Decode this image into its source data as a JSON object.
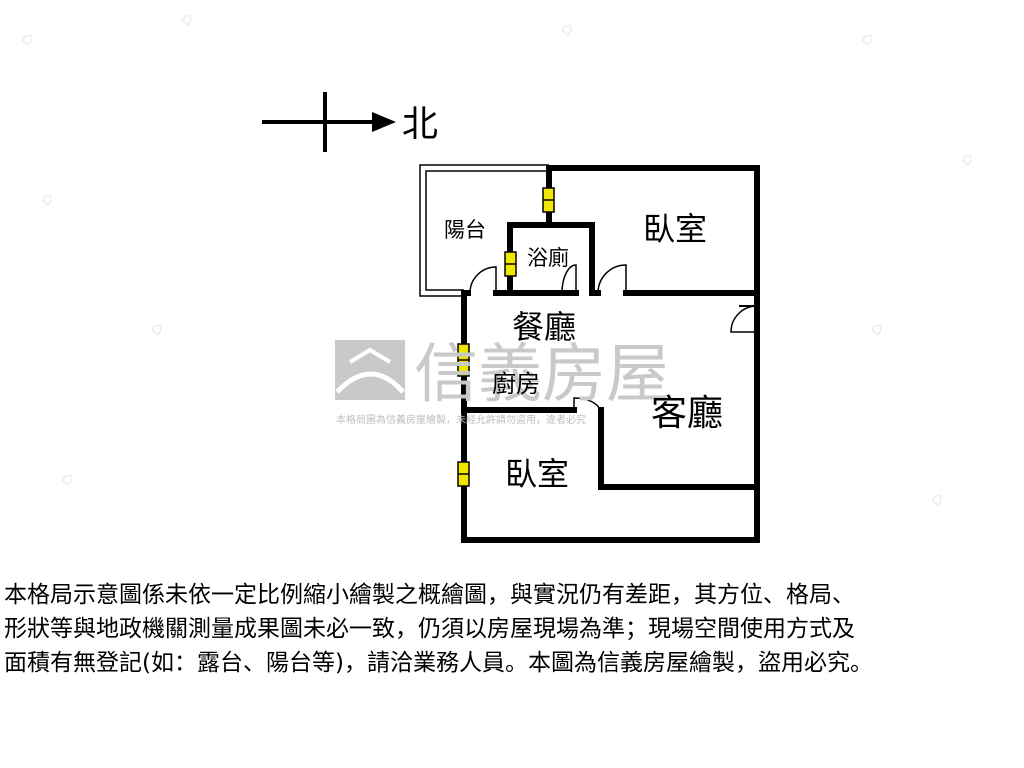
{
  "compass": {
    "direction": "北"
  },
  "rooms": {
    "balcony": "陽台",
    "bathroom": "浴廁",
    "bedroom_top": "臥室",
    "dining": "餐廳",
    "kitchen": "廚房",
    "living": "客廳",
    "bedroom_bottom": "臥室"
  },
  "watermark": {
    "brand": "信義房屋",
    "notice": "本格局圖為信義房屋繪製，未經允許請勿盜用，違者必究"
  },
  "colors": {
    "wall": "#000000",
    "window_fill": "#f2e600",
    "watermark": "#c9c9c9"
  },
  "disclaimer": {
    "line1": "本格局示意圖係未依一定比例縮小繪製之概繪圖，與實況仍有差距，其方位、格局、",
    "line2": "形狀等與地政機關測量成果圖未必一致，仍須以房屋現場為準；現場空間使用方式及",
    "line3": "面積有無登記(如：露台、陽台等)，請洽業務人員。本圖為信義房屋繪製，盜用必究。"
  }
}
